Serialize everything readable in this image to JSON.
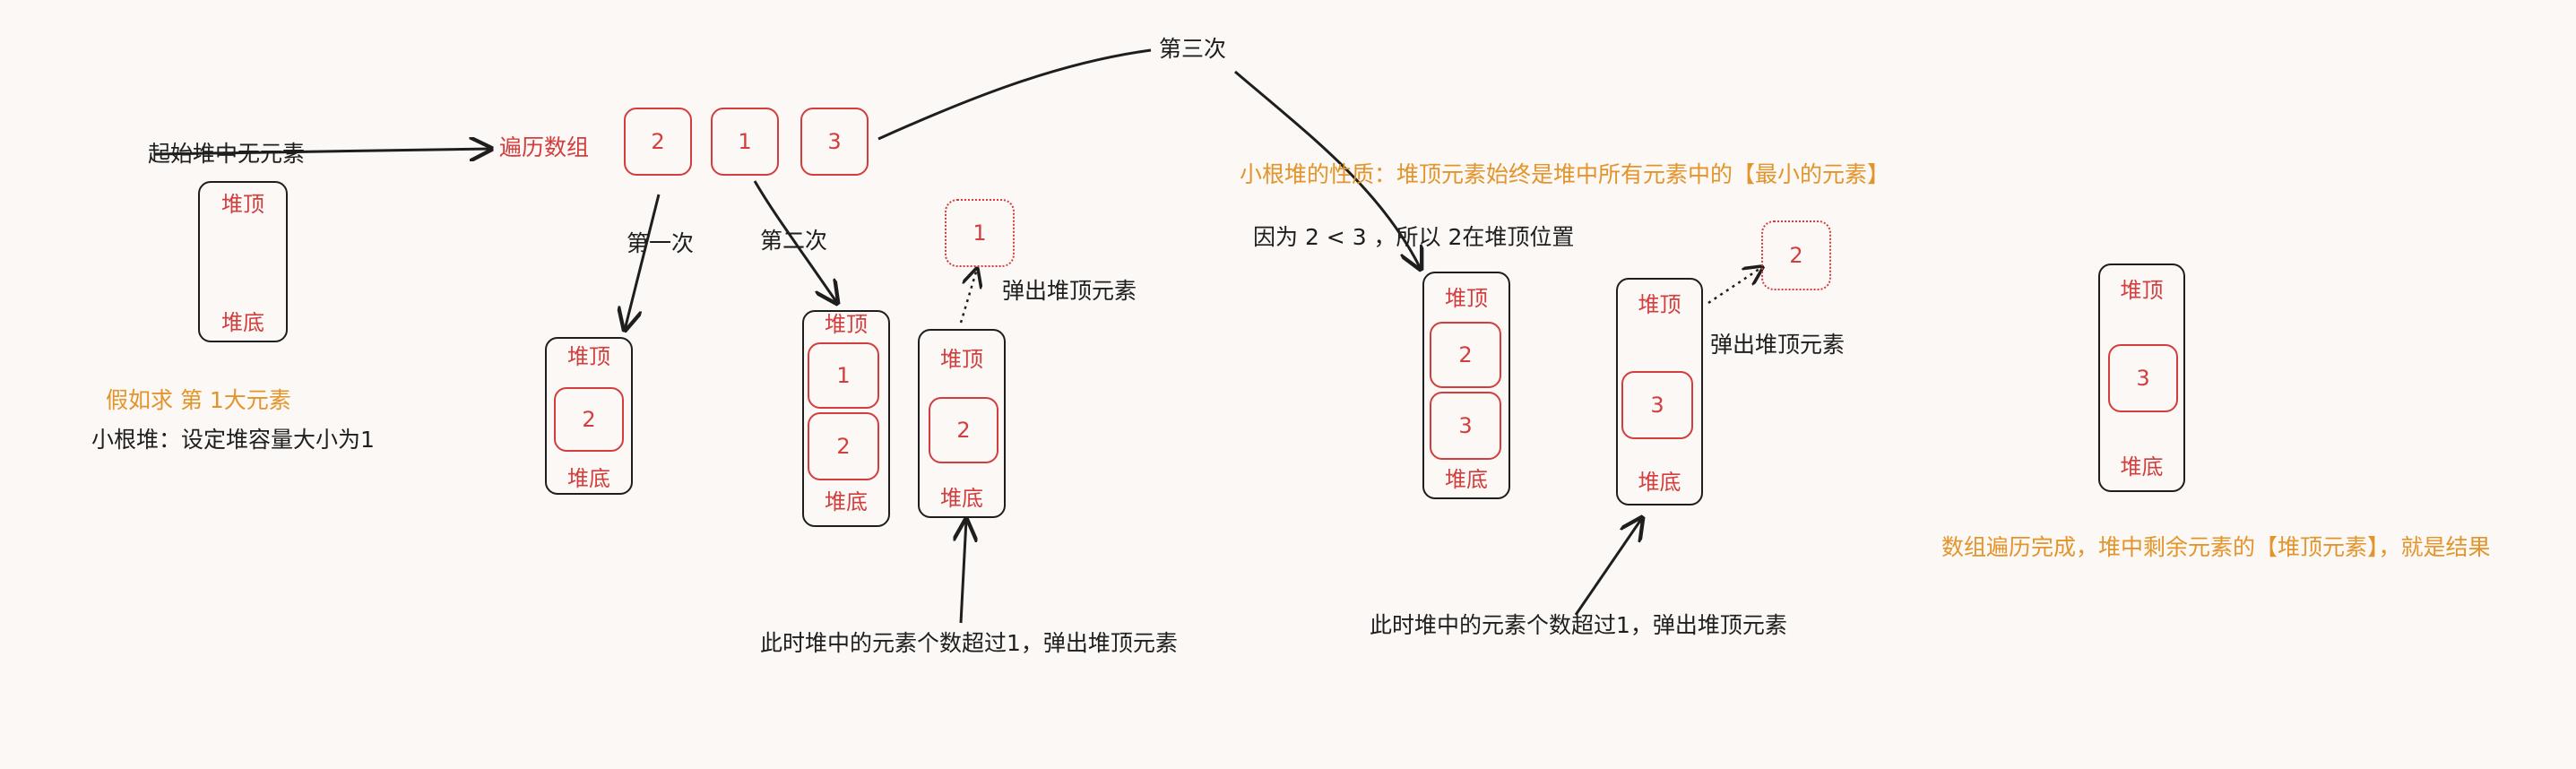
{
  "labels": {
    "start_empty": "起始堆中无元素",
    "traverse_array": "遍历数组",
    "first": "第一次",
    "second": "第二次",
    "third": "第三次",
    "pop_top": "弹出堆顶元素",
    "assume": "假如求  第  1大元素",
    "min_heap_capacity": "小根堆：设定堆容量大小为1",
    "property": "小根堆的性质：堆顶元素始终是堆中所有元素中的【最小的元素】",
    "because": "因为  2 < 3 ，所以  2在堆顶位置",
    "exceeds": "此时堆中的元素个数超过1，弹出堆顶元素",
    "result": "数组遍历完成，堆中剩余元素的【堆顶元素】，就是结果",
    "heap_top": "堆顶",
    "heap_bottom": "堆底"
  },
  "array": [
    "2",
    "1",
    "3"
  ],
  "heaps": {
    "h0": [],
    "h1": [
      "2"
    ],
    "h2": [
      "1",
      "2"
    ],
    "h3": [
      "2"
    ],
    "h4": [
      "2",
      "3"
    ],
    "h5": [
      "3"
    ],
    "h6": [
      "3"
    ]
  },
  "popped": [
    "1",
    "2"
  ],
  "colors": {
    "red": "#d23d3d",
    "orange": "#e3942b",
    "ink": "#1e1e1e",
    "bg": "#fbf8f5"
  }
}
